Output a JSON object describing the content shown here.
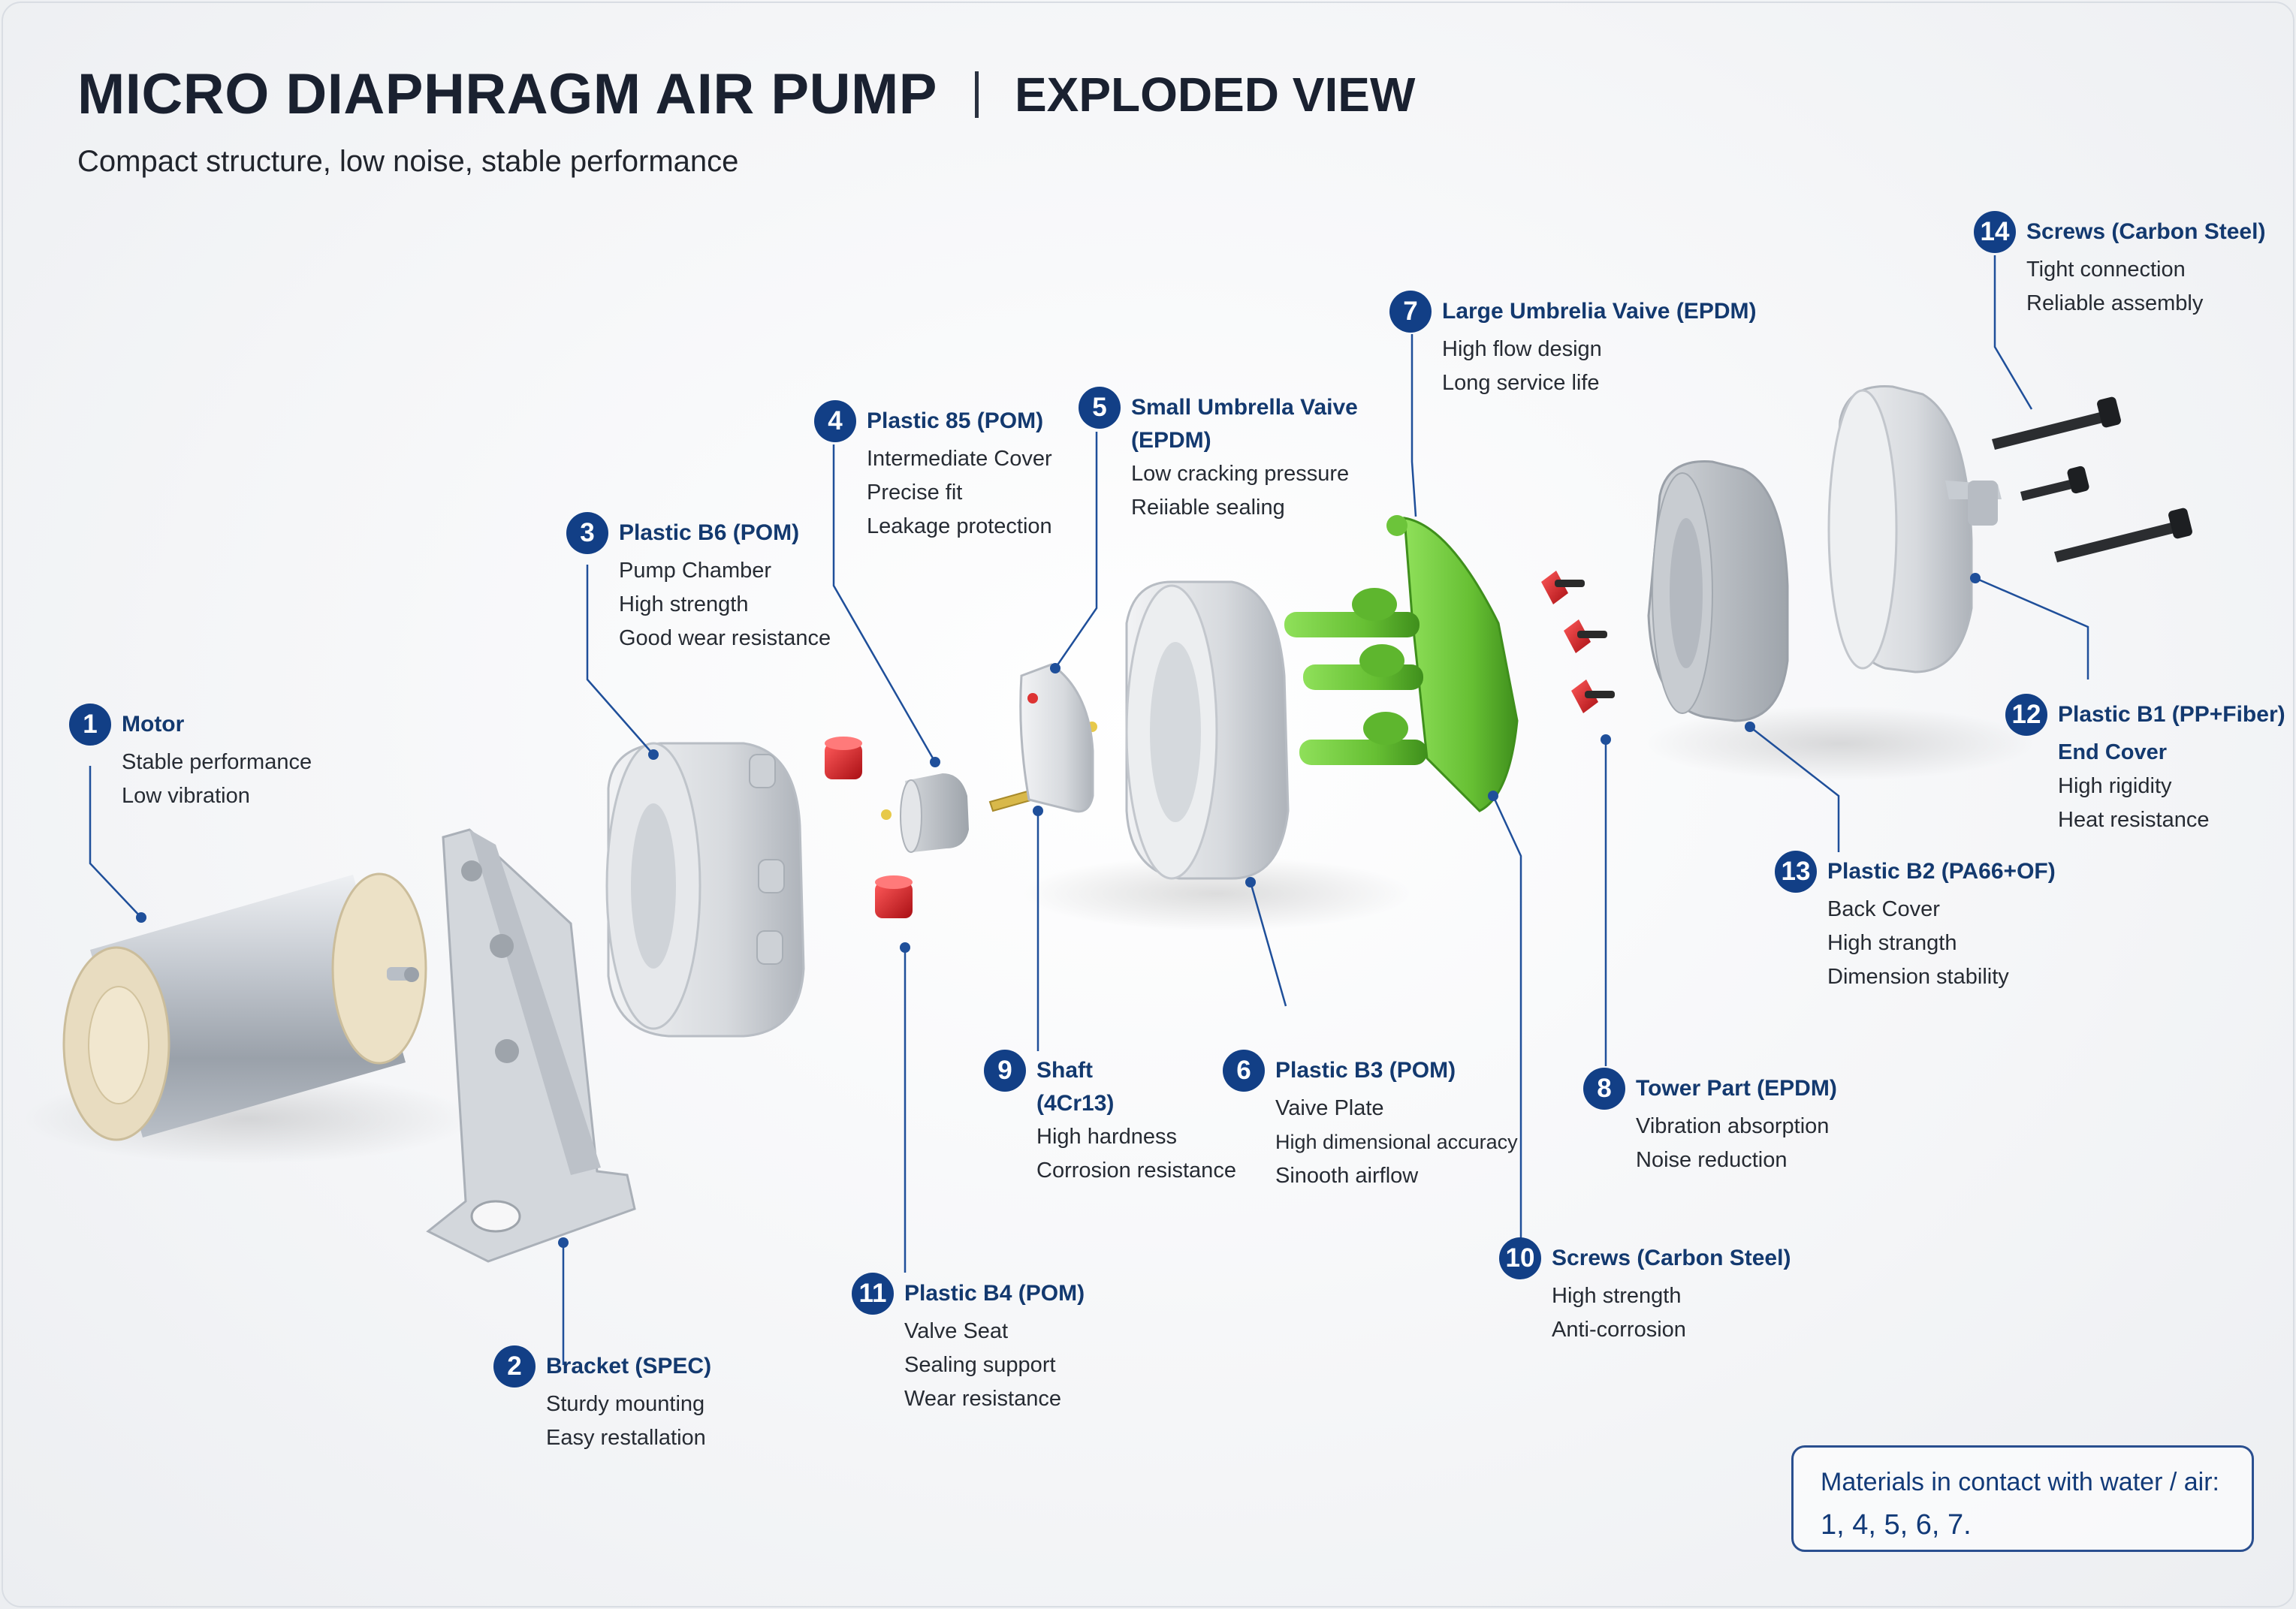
{
  "header": {
    "title": "MICRO DIAPHRAGM AIR PUMP",
    "title_right": "EXPLODED VIEW",
    "subtitle": "Compact structure, low noise, stable performance"
  },
  "callouts": [
    {
      "num": "1",
      "name": "Motor",
      "lines": [
        "Stable performance",
        "Low vibration"
      ]
    },
    {
      "num": "2",
      "name": "Bracket (SPEC)",
      "lines": [
        "Sturdy mounting",
        "Easy restallation"
      ]
    },
    {
      "num": "3",
      "name": "Plastic B6 (POM)",
      "lines": [
        "Pump Chamber",
        "High strength",
        "Good wear resistance"
      ]
    },
    {
      "num": "4",
      "name": "Plastic 85 (POM)",
      "lines": [
        "Intermediate Cover",
        "Precise fit",
        "Leakage protection"
      ]
    },
    {
      "num": "5",
      "name": "Small Umbrella Vaive",
      "name2": "(EPDM)",
      "lines": [
        "Low cracking pressure",
        "Reiiable sealing"
      ]
    },
    {
      "num": "6",
      "name": "Plastic B3 (POM)",
      "lines": [
        "Vaive Plate",
        "High dimensional accuracy",
        "Sinooth airflow"
      ]
    },
    {
      "num": "7",
      "name": "Large Umbrelia Vaive (EPDM)",
      "lines": [
        "High flow design",
        "Long service life"
      ]
    },
    {
      "num": "8",
      "name": "Tower Part (EPDM)",
      "lines": [
        "Vibration absorption",
        "Noise reduction"
      ]
    },
    {
      "num": "9",
      "name": "Shaft",
      "name2": "(4Cr13)",
      "lines": [
        "High hardness",
        "Corrosion resistance"
      ]
    },
    {
      "num": "10",
      "name": "Screws (Carbon Steel)",
      "lines": [
        "High strength",
        "Anti-corrosion"
      ]
    },
    {
      "num": "11",
      "name": "Plastic B4 (POM)",
      "lines": [
        "Valve Seat",
        "Sealing support",
        "Wear resistance"
      ]
    },
    {
      "num": "12",
      "name": "Plastic B1 (PP+Fiber)",
      "lines": [
        "End Cover",
        "High rigidity",
        "Heat resistance"
      ]
    },
    {
      "num": "13",
      "name": "Plastic B2 (PA66+OF)",
      "lines": [
        "Back Cover",
        "High strangth",
        "Dimension stability"
      ]
    },
    {
      "num": "14",
      "name": "Screws (Carbon Steel)",
      "lines": [
        "Tight connection",
        "Reliable assembly"
      ]
    }
  ],
  "note": {
    "line1": "Materials in contact with water / air:",
    "line2": "1, 4, 5, 6, 7."
  },
  "colors": {
    "badge": "#123f86",
    "callout_title": "#13396f",
    "leader": "#1f4f9a",
    "valve_green": "#6cc43a",
    "seal_red": "#d42a2a"
  }
}
